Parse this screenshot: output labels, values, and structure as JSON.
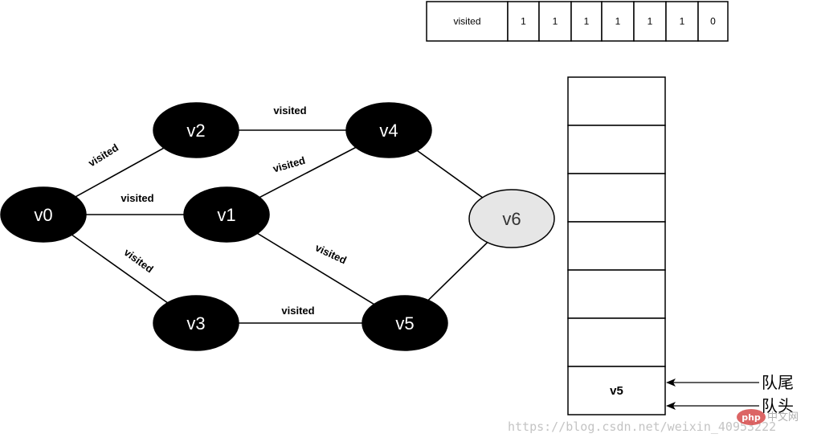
{
  "visited_array": {
    "label": "visited",
    "values": [
      "1",
      "1",
      "1",
      "1",
      "1",
      "1",
      "0"
    ]
  },
  "graph": {
    "nodes": [
      {
        "id": "v0",
        "label": "v0",
        "state": "visited"
      },
      {
        "id": "v1",
        "label": "v1",
        "state": "visited"
      },
      {
        "id": "v2",
        "label": "v2",
        "state": "visited"
      },
      {
        "id": "v3",
        "label": "v3",
        "state": "visited"
      },
      {
        "id": "v4",
        "label": "v4",
        "state": "visited"
      },
      {
        "id": "v5",
        "label": "v5",
        "state": "visited"
      },
      {
        "id": "v6",
        "label": "v6",
        "state": "unvisited"
      }
    ],
    "edges": [
      {
        "from": "v0",
        "to": "v2",
        "label": "visited"
      },
      {
        "from": "v0",
        "to": "v1",
        "label": "visited"
      },
      {
        "from": "v0",
        "to": "v3",
        "label": "visited"
      },
      {
        "from": "v2",
        "to": "v4",
        "label": "visited"
      },
      {
        "from": "v1",
        "to": "v4",
        "label": "visited"
      },
      {
        "from": "v1",
        "to": "v5",
        "label": "visited"
      },
      {
        "from": "v3",
        "to": "v5",
        "label": "visited"
      },
      {
        "from": "v4",
        "to": "v6",
        "label": ""
      },
      {
        "from": "v5",
        "to": "v6",
        "label": ""
      }
    ]
  },
  "queue": {
    "slot_count": 7,
    "items": [
      "v5"
    ],
    "tail_label": "队尾",
    "head_label": "队头"
  },
  "watermark": {
    "url": "https://blog.csdn.net/weixin_40953222",
    "logo": "php",
    "site": "中文网"
  },
  "colors": {
    "visited_fill": "#000000",
    "visited_text": "#ffffff",
    "unvisited_fill": "#e6e6e6",
    "unvisited_text": "#333333",
    "stroke": "#000000",
    "logo_bg": "#d64a4a"
  }
}
